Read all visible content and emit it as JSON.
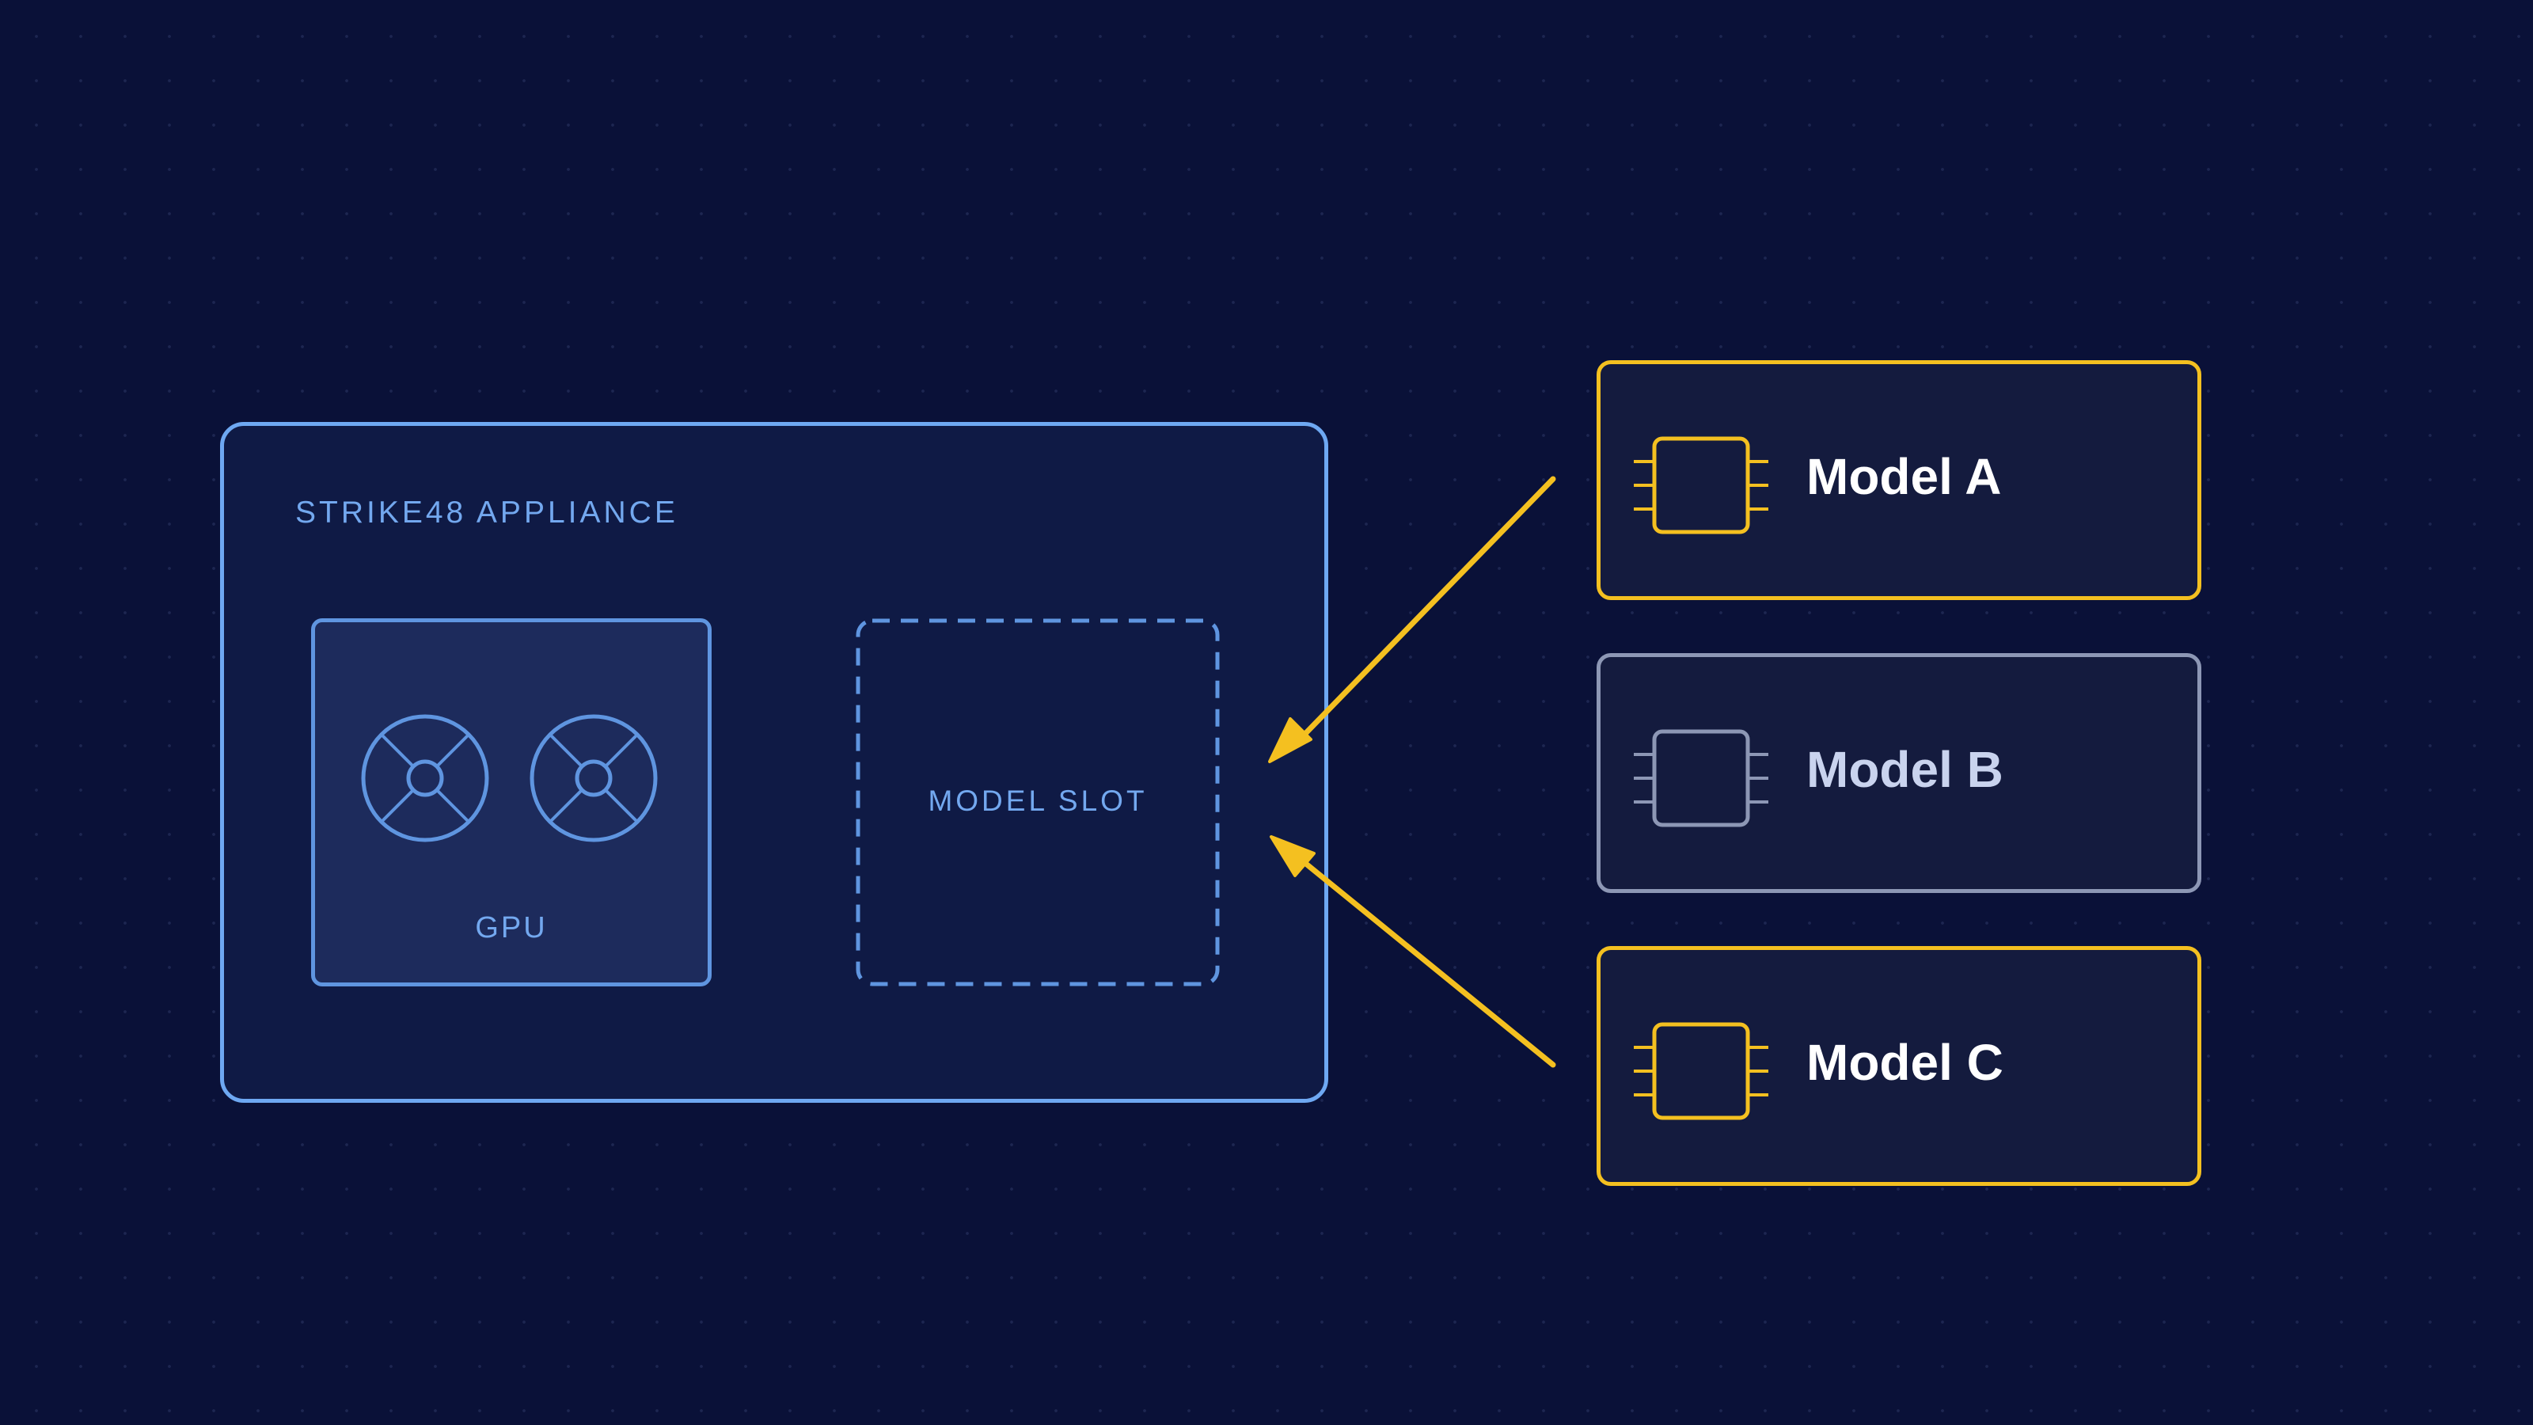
{
  "appliance": {
    "title": "STRIKE48 APPLIANCE",
    "gpu_label": "GPU",
    "slot_label": "MODEL SLOT"
  },
  "models": [
    {
      "name": "Model A",
      "state": "highlighted"
    },
    {
      "name": "Model B",
      "state": "inactive"
    },
    {
      "name": "Model C",
      "state": "highlighted"
    }
  ],
  "connections": [
    {
      "from": "Model A",
      "to": "MODEL SLOT"
    },
    {
      "from": "Model C",
      "to": "MODEL SLOT"
    }
  ],
  "colors": {
    "background": "#0a1138",
    "appliance_border": "#6ea8f2",
    "label_blue": "#73a8ef",
    "highlight": "#f4c020",
    "inactive": "#8d97b5"
  },
  "icons": {
    "gpu_fan": "fan-icon",
    "model": "chip-icon"
  }
}
